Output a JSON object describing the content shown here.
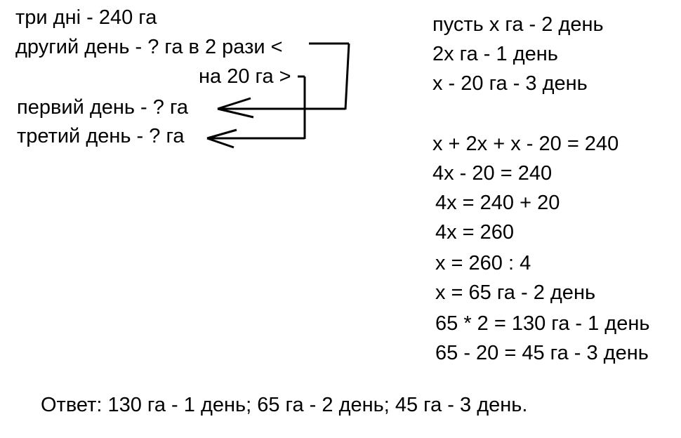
{
  "given": {
    "total": "три дні - 240 га",
    "second_day": "другий день - ? га в 2 рази <",
    "second_day_diff": "на 20 га >",
    "first_day": "первий день - ? га",
    "third_day": "третий день - ? га"
  },
  "solution": [
    "пусть х га - 2 день",
    "2х га - 1 день",
    "х - 20 га - 3 день",
    "х + 2х + х - 20 = 240",
    "4х - 20 = 240",
    "4х = 240 + 20",
    "4х = 260",
    "х = 260 : 4",
    "х = 65 га - 2 день",
    "65 * 2 = 130 га - 1 день",
    "65 - 20 = 45 га - 3 день"
  ],
  "answer": "Ответ: 130 га - 1 день; 65 га - 2 день; 45 га - 3 день."
}
